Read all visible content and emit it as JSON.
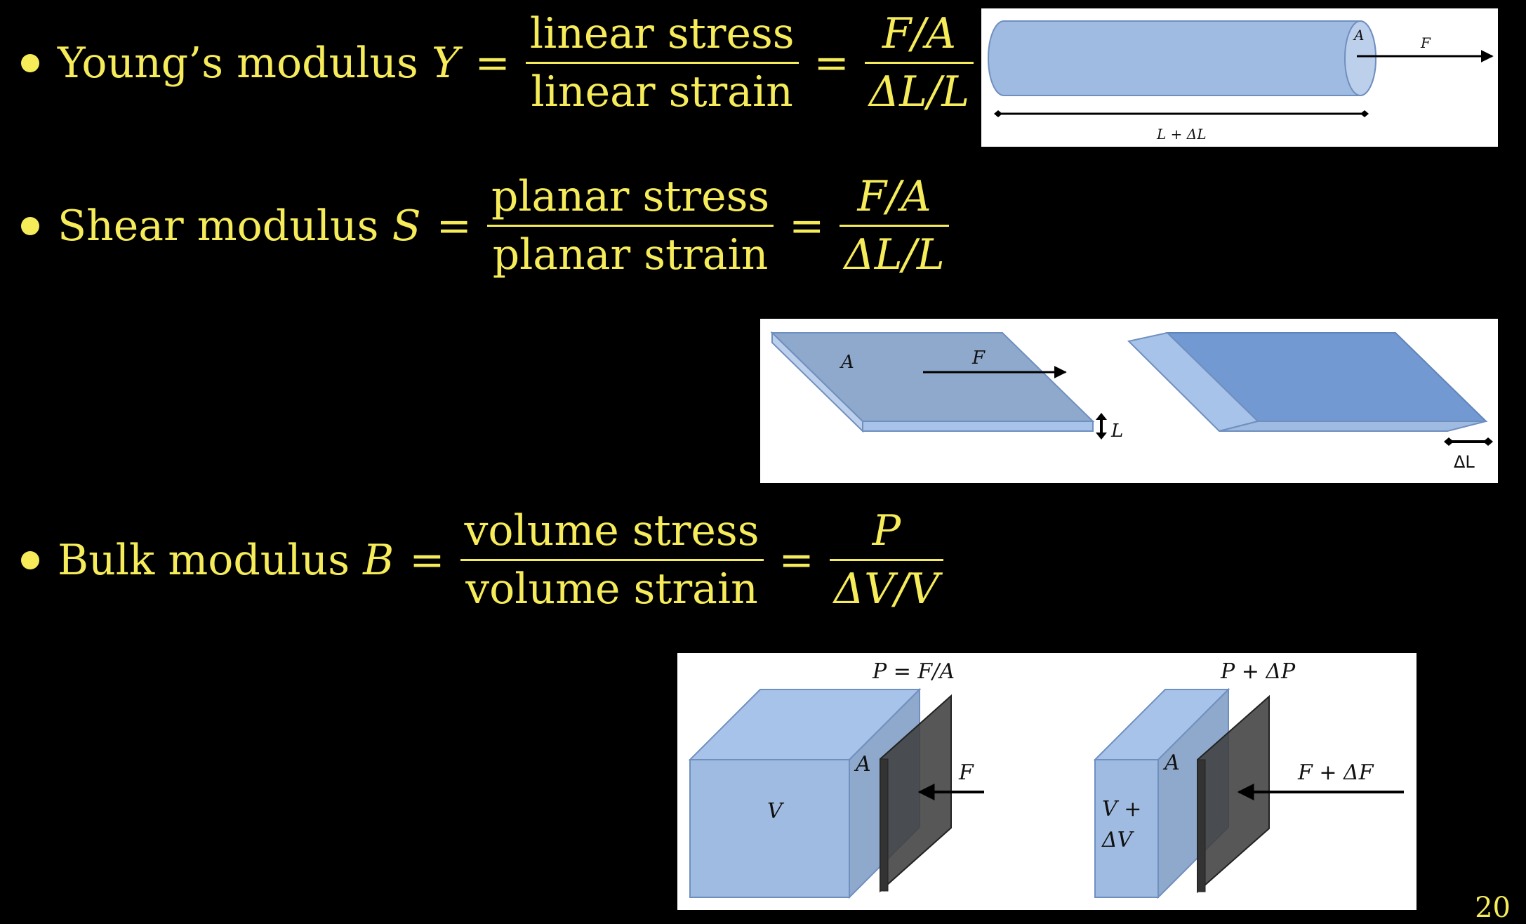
{
  "young": {
    "label": "Young’s modulus",
    "symbol": "Y",
    "equals": "=",
    "num1": "linear stress",
    "den1": "linear strain",
    "num2": "F/A",
    "den2": "ΔL/L"
  },
  "shear": {
    "label": "Shear modulus",
    "symbol": "S",
    "equals": "=",
    "num1": "planar stress",
    "den1": "planar strain",
    "num2": "F/A",
    "den2": "ΔL/L"
  },
  "bulk": {
    "label": "Bulk modulus",
    "symbol": "B",
    "equals": "=",
    "num1": "volume stress",
    "den1": "volume strain",
    "num2": "P",
    "den2": "ΔV/V"
  },
  "fig_young": {
    "area": "A",
    "force": "F",
    "length": "L + ΔL"
  },
  "fig_shear": {
    "area": "A",
    "force": "F",
    "thickness": "L",
    "displacement": "ΔL"
  },
  "fig_bulk": {
    "pressure_left": "P = F/A",
    "pressure_right": "P + ΔP",
    "area_left": "A",
    "area_right": "A",
    "force_left": "F",
    "force_right": "F + ΔF",
    "volume_left": "V",
    "volume_right_1": "V +",
    "volume_right_2": "ΔV"
  },
  "colors": {
    "text": "#f6ec5a",
    "background": "#000000",
    "solid_fill": "#a0bbe1",
    "solid_dark": "#7299d2",
    "plate": "#404040"
  },
  "page_number": "20"
}
